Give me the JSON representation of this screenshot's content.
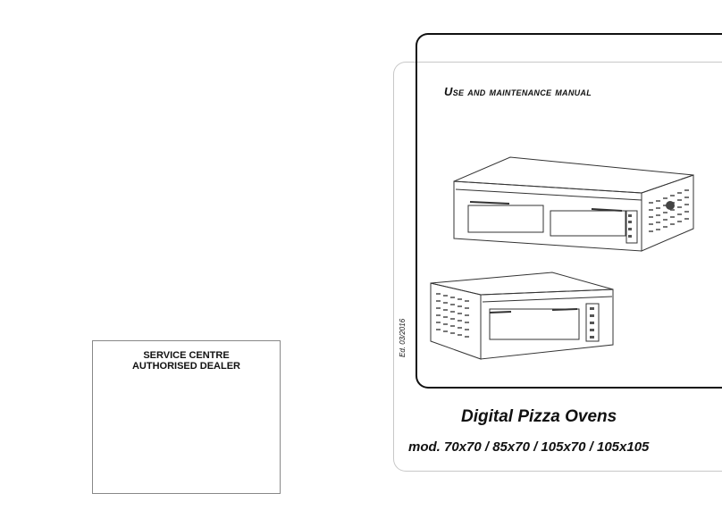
{
  "dealer": {
    "line1": "SERVICE CENTRE",
    "line2": "AUTHORISED DEALER"
  },
  "cover": {
    "manual_title": "Use and maintenance manual",
    "edition": "Ed. 03/2016",
    "product_title": "Digital Pizza Ovens",
    "models": "mod. 70x70 / 85x70 / 105x70 / 105x105"
  }
}
